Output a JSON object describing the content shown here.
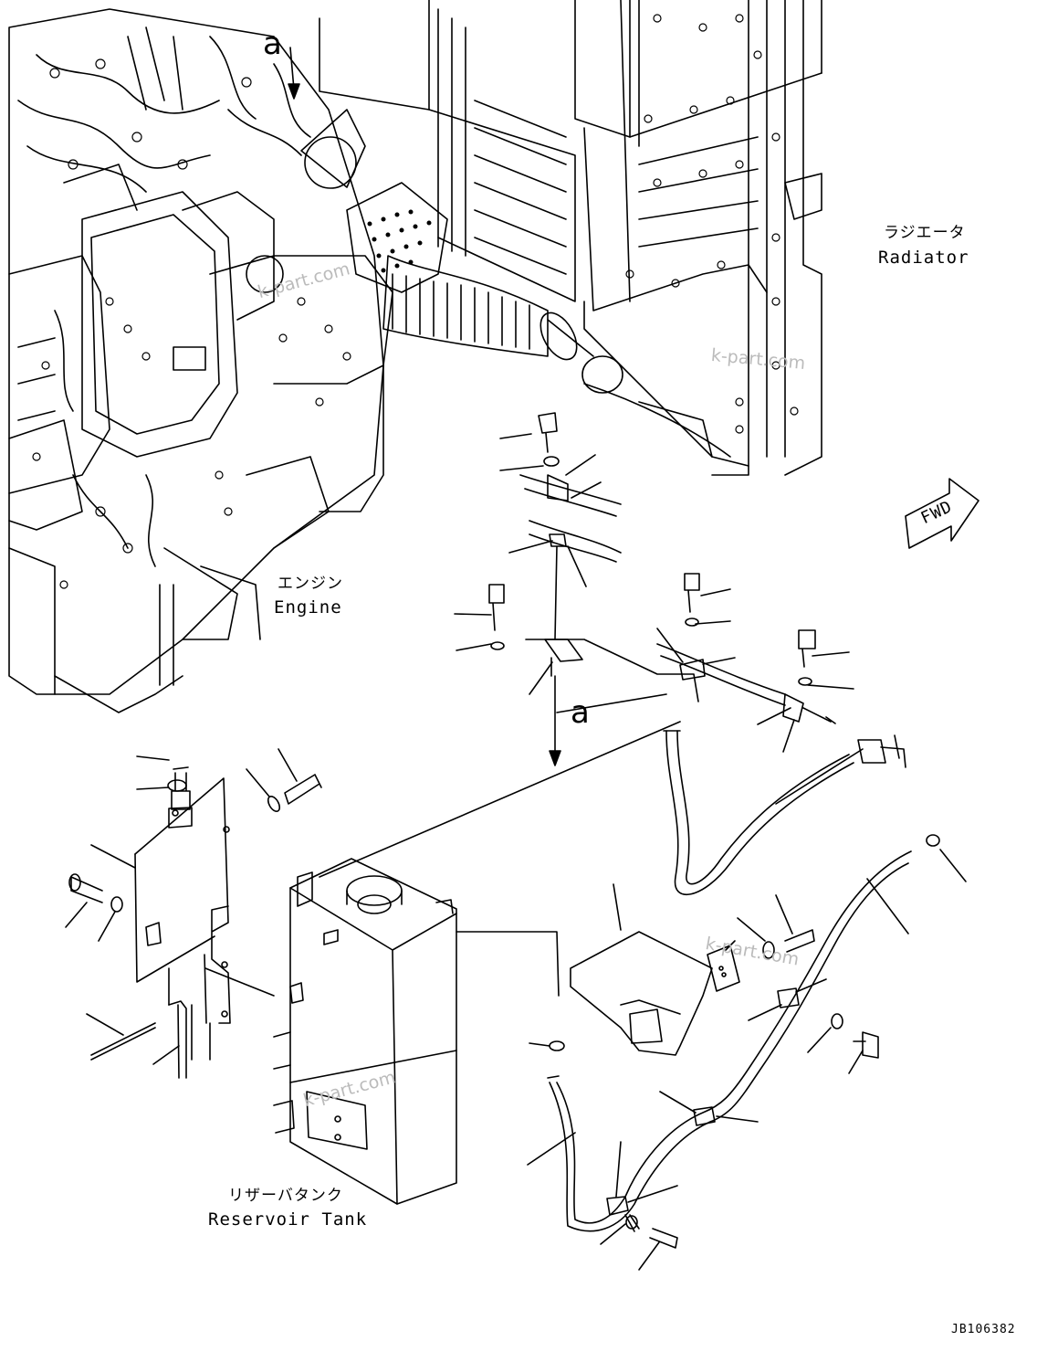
{
  "labels": {
    "radiator_jp": "ラジエータ",
    "radiator_en": "Radiator",
    "engine_jp": "エンジン",
    "engine_en": "Engine",
    "tank_jp": "リザーバタンク",
    "tank_en": "Reservoir Tank",
    "fwd": "FWD",
    "ref_a_top": "a",
    "ref_a_mid": "a",
    "drawing_code": "JB106382"
  },
  "watermark": "k-part.com",
  "colors": {
    "line": "#000000",
    "watermark": "#bbbbbb",
    "background": "#ffffff"
  }
}
